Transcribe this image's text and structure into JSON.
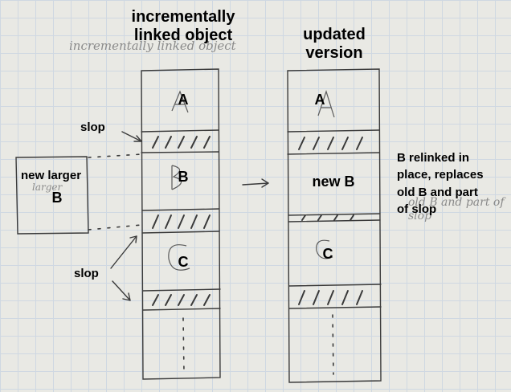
{
  "titles": {
    "left": "incrementally linked object",
    "right": "updated version"
  },
  "pencil": {
    "top_note": "incrementally linked object",
    "small_box_note": "larger",
    "side_note": "old B and part of slop"
  },
  "left_column": {
    "segments": [
      "A",
      "B",
      "C"
    ]
  },
  "right_column": {
    "segments": [
      "A",
      "new B",
      "C"
    ]
  },
  "slop_labels": [
    "slop",
    "slop"
  ],
  "new_box": {
    "line1": "new larger",
    "line2": "B"
  },
  "annotation": {
    "lines": [
      "B relinked in",
      "place, replaces",
      "old B and part",
      "of slop"
    ]
  }
}
